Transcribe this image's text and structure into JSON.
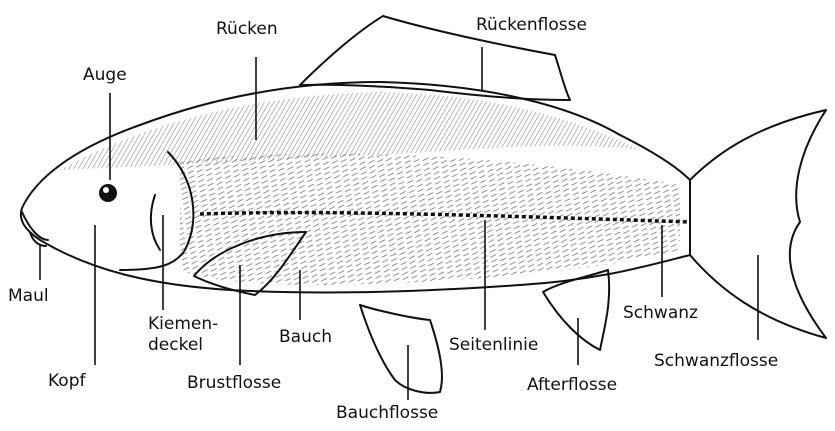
{
  "labels": {
    "ruecken": "Rücken",
    "rueckenflosse": "Rückenflosse",
    "auge": "Auge",
    "maul": "Maul",
    "kiemendeckel_1": "Kiemen-",
    "kiemendeckel_2": "deckel",
    "kopf": "Kopf",
    "brustflosse": "Brustflosse",
    "bauch": "Bauch",
    "bauchflosse": "Bauchflosse",
    "seitenlinie": "Seitenlinie",
    "afterflosse": "Afterflosse",
    "schwanz": "Schwanz",
    "schwanzflosse": "Schwanzflosse"
  },
  "colors": {
    "ink": "#111111",
    "paper": "#ffffff"
  }
}
